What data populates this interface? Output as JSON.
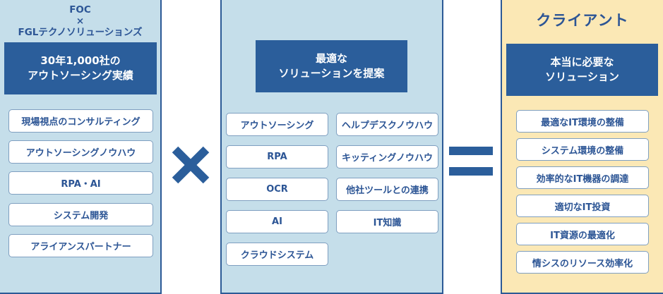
{
  "left": {
    "title_line1": "FOC",
    "title_line2": "×",
    "title_line3": "FGLテクノソリューションズ",
    "header_line1": "30年1,000社の",
    "header_line2": "アウトソーシング実績",
    "items": [
      "現場視点のコンサルティング",
      "アウトソーシングノウハウ",
      "RPA・AI",
      "システム開発",
      "アライアンスパートナー"
    ]
  },
  "operator_multiply": "×",
  "middle": {
    "header_line1": "最適な",
    "header_line2": "ソリューションを提案",
    "items_col1": [
      "アウトソーシング",
      "RPA",
      "OCR",
      "AI",
      "クラウドシステム"
    ],
    "items_col2": [
      "ヘルプデスクノウハウ",
      "キッティングノウハウ",
      "他社ツールとの連携",
      "IT知識"
    ]
  },
  "operator_equals": "=",
  "right": {
    "title": "クライアント",
    "header_line1": "本当に必要な",
    "header_line2": "ソリューション",
    "items": [
      "最適なIT環境の整備",
      "システム環境の整備",
      "効率的なIT機器の調達",
      "適切なIT投資",
      "IT資源の最適化",
      "情シスのリソース効率化"
    ]
  },
  "colors": {
    "navy": "#2b5e9b",
    "panel_blue": "#c5deea",
    "panel_yellow": "#fbe8b5",
    "text_blue": "#2c5595"
  }
}
